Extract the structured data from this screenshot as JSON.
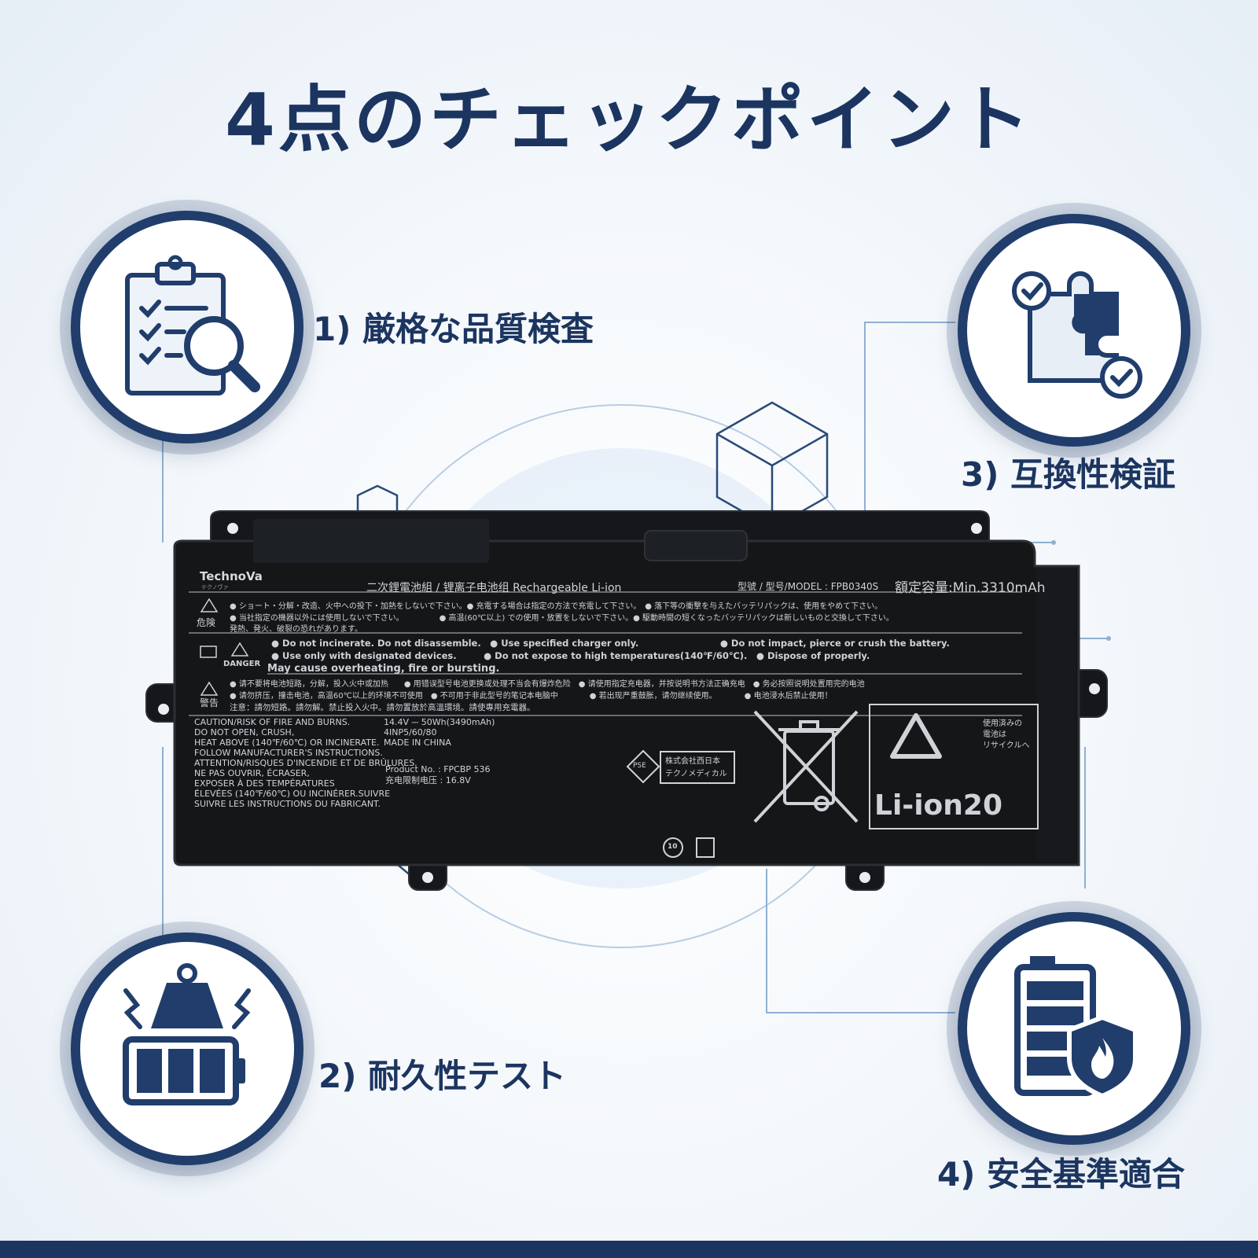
{
  "title": "4点のチェックポイント",
  "checkpoints": [
    {
      "label": "1) 厳格な品質検査",
      "icon": "clipboard-magnifier-icon"
    },
    {
      "label": "2) 耐久性テスト",
      "icon": "weight-battery-icon"
    },
    {
      "label": "3) 互換性検証",
      "icon": "puzzle-check-icon"
    },
    {
      "label": "4) 安全基準適合",
      "icon": "battery-fire-shield-icon"
    }
  ],
  "battery": {
    "brand": "TechnoVa",
    "brand_sub": "テクノヴァ",
    "type_label": "二次鋰電池組 / 锂离子电池组 Rechargeable Li-ion",
    "model": "型號 / 型号/MODEL : FPB0340S",
    "capacity": "額定容量:Min.3310mAh",
    "danger_jp_label": "危険",
    "danger_jp_lines": [
      "● ショート・分解・改造、火中への投下・加熱をしないで下さい。● 充電する場合は指定の方法で充電して下さい。　● 落下等の衝撃を与えたバッテリパックは、使用をやめて下さい。",
      "● 当社指定の機器以外には使用しないで下さい。　　　　　● 高温(60℃以上) での使用・放置をしないで下さい。● 駆動時間の短くなったバッテリパックは新しいものと交換して下さい。",
      "発熱、発火、破裂の恐れがあります。"
    ],
    "danger_en_label": "DANGER",
    "danger_en_lines": [
      "● Do not incinerate. Do not disassemble.　● Use specified charger only.　　　　　　　　　● Do not impact, pierce or crush the battery.",
      "● Use only with designated devices.　　　● Do not expose to high temperatures(140℉/60℃).　● Dispose of properly.",
      "May cause overheating, fire or bursting."
    ],
    "warning_cn_label": "警告",
    "warning_cn_lines": [
      "● 请不要将电池短路，分解，投入火中或加热　　● 用错误型号电池更换或处理不当会有爆炸危险　● 请使用指定充电器，并按说明书方法正确充电　● 务必按照说明处置用完的电池",
      "● 请勿挤压，撞击电池，高温60℃以上的环境不可使用　● 不可用于非此型号的笔记本电脑中　　　　● 若出现严重鼓胀，请勿继续使用。　　　　● 电池浸水后禁止使用！",
      "注意：請勿短路。請勿解。禁止投入火中。請勿置放於高溫環境。請使專用充電器。"
    ],
    "caution_lines": [
      "CAUTION/RISK OF FIRE AND BURNS.",
      "DO NOT OPEN, CRUSH,",
      "HEAT ABOVE (140℉/60℃) OR INCINERATE.",
      "FOLLOW MANUFACTURER'S INSTRUCTIONS.",
      "ATTENTION/RISQUES D'INCENDIE ET DE BRÛLURES.",
      "NE PAS OUVRIR, ÉCRASER,",
      "EXPOSER  À DES TEMPÉRATURES",
      "ÉLEVÉES (140℉/60℃) OU INCINÉRER.SUIVRE",
      "SUIVRE LES INSTRUCTIONS DU FABRICANT."
    ],
    "spec_lines": [
      "14.4V ⎓ 50Wh(3490mAh)",
      "4INP5/60/80",
      "MADE IN CHINA"
    ],
    "product_no": "Product No. : FPCBP 536",
    "charge_limit": "充电限制电压 : 16.8V",
    "pse_mark": "PSE",
    "pse_company": [
      "株式会社西日本",
      "テクノメディカル"
    ],
    "recycle_note": [
      "使用済みの",
      "電池は",
      "リサイクルへ"
    ],
    "recycle_type": "Li-ion20",
    "epup_mark": "10"
  },
  "colors": {
    "navy": "#1c3560",
    "battery": "#141618",
    "line": "#7fa3c8"
  }
}
